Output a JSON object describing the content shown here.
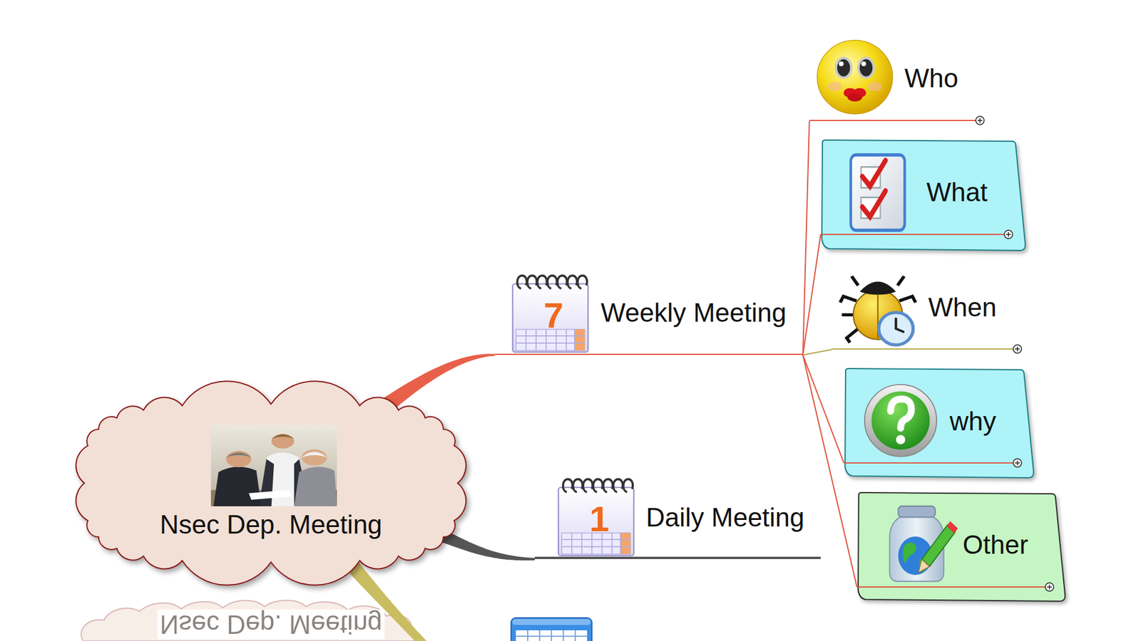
{
  "diagram": {
    "nodes": [
      {
        "text": [
          "Nsec Dep. Meeting"
        ]
      },
      {
        "text": [
          "Weekly Meeting"
        ]
      },
      {
        "text": [
          "Who"
        ]
      },
      {
        "text": [
          "What"
        ]
      },
      {
        "text": [
          "When"
        ]
      },
      {
        "text": [
          "why"
        ]
      },
      {
        "text": [
          "Other"
        ]
      },
      {
        "text": [
          "Daily Meeting"
        ]
      }
    ],
    "edges": [
      {
        "from": 0,
        "to": 1,
        "arrow": "none"
      },
      {
        "from": 1,
        "to": 2,
        "arrow": "none"
      },
      {
        "from": 1,
        "to": 3,
        "arrow": "none"
      },
      {
        "from": 1,
        "to": 4,
        "arrow": "none"
      },
      {
        "from": 1,
        "to": 5,
        "arrow": "none"
      },
      {
        "from": 1,
        "to": 6,
        "arrow": "none"
      },
      {
        "from": 0,
        "to": 7,
        "arrow": "none"
      }
    ],
    "labels": [
      "7",
      "1",
      "Nsec Dep. Meeting"
    ]
  }
}
